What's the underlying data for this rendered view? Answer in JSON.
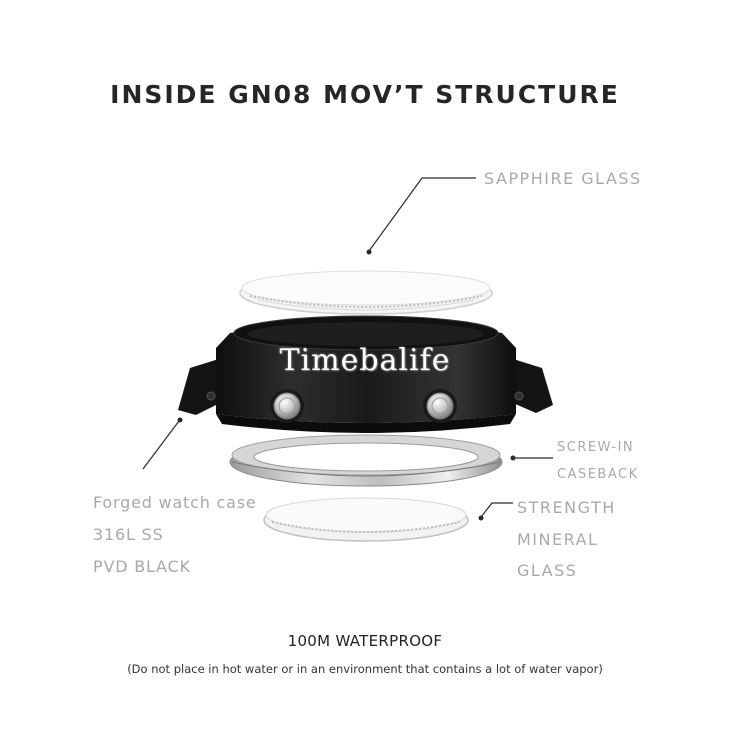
{
  "title": "INSIDE GN08 MOV’T STRUCTURE",
  "parts": {
    "sapphire_glass": "SAPPHIRE GLASS",
    "screw_in_caseback": [
      "SCREW-IN",
      "CASEBACK"
    ],
    "strength_mineral_glass": [
      "STRENGTH",
      "MINERAL",
      "GLASS"
    ],
    "forged_case": [
      "Forged watch case",
      "316L SS",
      "PVD BLACK"
    ]
  },
  "watermark": "Timebalife",
  "waterproof": "100M WATERPROOF",
  "notice": "(Do not place in hot water or in an environment that contains a lot of water vapor)",
  "colors": {
    "case_black": "#1c1c1c",
    "label_gray": "#a9a9a9",
    "title_dark": "#262626"
  }
}
